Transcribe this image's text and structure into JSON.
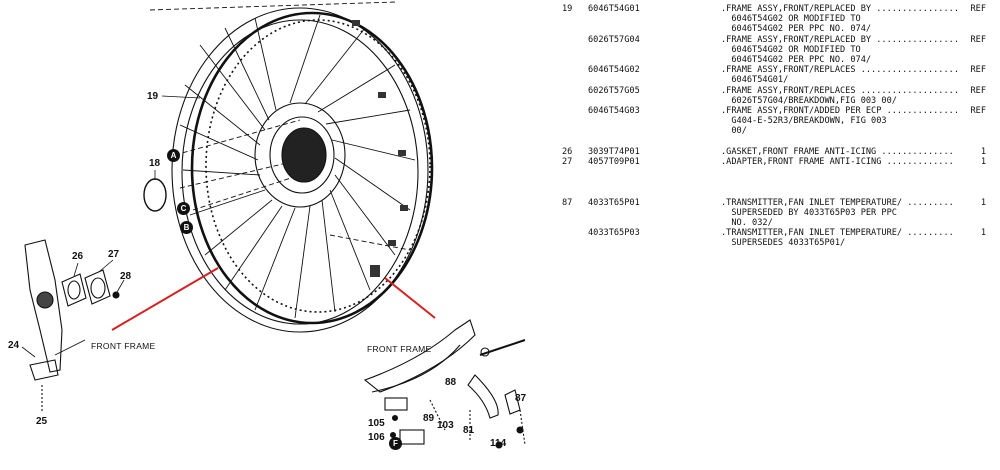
{
  "drawing": {
    "callouts": [
      "19",
      "18",
      "26",
      "27",
      "28",
      "24",
      "25",
      "88",
      "89",
      "87",
      "81",
      "105",
      "106",
      "103",
      "114"
    ],
    "labels": {
      "front_frame_left": "FRONT FRAME",
      "front_frame_inset": "FRONT FRAME"
    },
    "letters": [
      "A",
      "C",
      "B",
      "F"
    ],
    "leader_color": "#d62020"
  },
  "parts_list": {
    "rows": [
      {
        "fig": "19",
        "part": "6046T54G01",
        "desc": ".FRAME ASSY,FRONT/REPLACED BY ................",
        "qty": "REF"
      },
      {
        "fig": "",
        "part": "",
        "desc": "  6046T54G02 OR MODIFIED TO",
        "qty": ""
      },
      {
        "fig": "",
        "part": "",
        "desc": "  6046T54G02 PER PPC NO. 074/",
        "qty": ""
      },
      {
        "fig": "",
        "part": "6026T57G04",
        "desc": ".FRAME ASSY,FRONT/REPLACED BY ................",
        "qty": "REF"
      },
      {
        "fig": "",
        "part": "",
        "desc": "  6046T54G02 OR MODIFIED TO",
        "qty": ""
      },
      {
        "fig": "",
        "part": "",
        "desc": "  6046T54G02 PER PPC NO. 074/",
        "qty": ""
      },
      {
        "fig": "",
        "part": "6046T54G02",
        "desc": ".FRAME ASSY,FRONT/REPLACES ...................",
        "qty": "REF"
      },
      {
        "fig": "",
        "part": "",
        "desc": "  6046T54G01/",
        "qty": ""
      },
      {
        "fig": "",
        "part": "6026T57G05",
        "desc": ".FRAME ASSY,FRONT/REPLACES ...................",
        "qty": "REF"
      },
      {
        "fig": "",
        "part": "",
        "desc": "  6026T57G04/BREAKDOWN,FIG 003 00/",
        "qty": ""
      },
      {
        "fig": "",
        "part": "6046T54G03",
        "desc": ".FRAME ASSY,FRONT/ADDED PER ECP ..............",
        "qty": "REF"
      },
      {
        "fig": "",
        "part": "",
        "desc": "  G404-E-52R3/BREAKDOWN, FIG 003",
        "qty": ""
      },
      {
        "fig": "",
        "part": "",
        "desc": "  00/",
        "qty": ""
      },
      {
        "fig": "",
        "part": "",
        "desc": "",
        "qty": ""
      },
      {
        "fig": "26",
        "part": "3039T74P01",
        "desc": ".GASKET,FRONT FRAME ANTI-ICING ..............",
        "qty": "1"
      },
      {
        "fig": "27",
        "part": "4057T09P01",
        "desc": ".ADAPTER,FRONT FRAME ANTI-ICING .............",
        "qty": "1"
      },
      {
        "fig": "",
        "part": "",
        "desc": "",
        "qty": ""
      },
      {
        "fig": "",
        "part": "",
        "desc": "",
        "qty": ""
      },
      {
        "fig": "",
        "part": "",
        "desc": "",
        "qty": ""
      },
      {
        "fig": "87",
        "part": "4033T65P01",
        "desc": ".TRANSMITTER,FAN INLET TEMPERATURE/ .........",
        "qty": "1"
      },
      {
        "fig": "",
        "part": "",
        "desc": "  SUPERSEDED BY 4033T65P03 PER PPC",
        "qty": ""
      },
      {
        "fig": "",
        "part": "",
        "desc": "  NO. 032/",
        "qty": ""
      },
      {
        "fig": "",
        "part": "4033T65P03",
        "desc": ".TRANSMITTER,FAN INLET TEMPERATURE/ .........",
        "qty": "1"
      },
      {
        "fig": "",
        "part": "",
        "desc": "  SUPERSEDES 4033T65P01/",
        "qty": ""
      }
    ]
  }
}
